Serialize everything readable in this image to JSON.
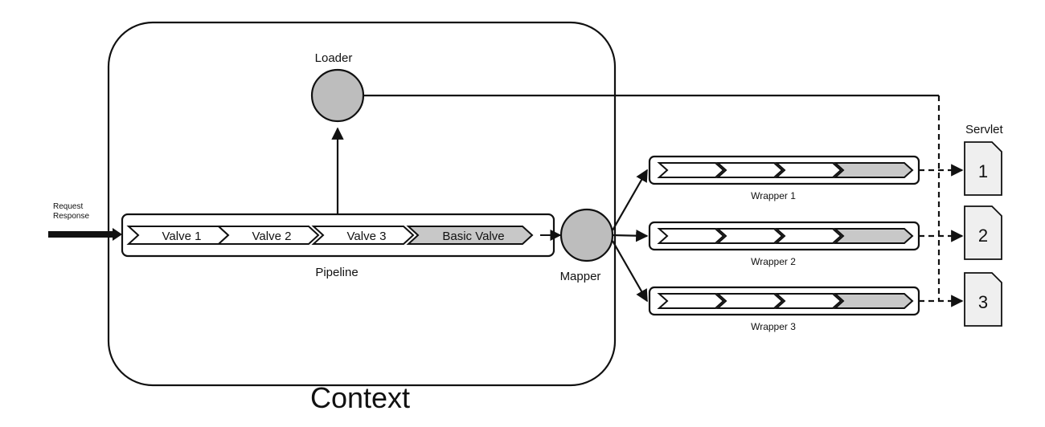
{
  "diagram": {
    "context_label": "Context",
    "loader_label": "Loader",
    "mapper_label": "Mapper",
    "pipeline_label": "Pipeline",
    "request_label": "Request",
    "response_label": "Response",
    "servlet_header": "Servlet",
    "valves": [
      "Valve 1",
      "Valve 2",
      "Valve 3",
      "Basic Valve"
    ],
    "wrappers": [
      "Wrapper 1",
      "Wrapper 2",
      "Wrapper 3"
    ],
    "servlets": [
      "1",
      "2",
      "3"
    ]
  },
  "colors": {
    "stroke": "#111111",
    "node_fill": "#bdbdbd",
    "basic_valve_fill": "#c8c8c8",
    "servlet_fill": "#efefef",
    "background": "#ffffff"
  }
}
